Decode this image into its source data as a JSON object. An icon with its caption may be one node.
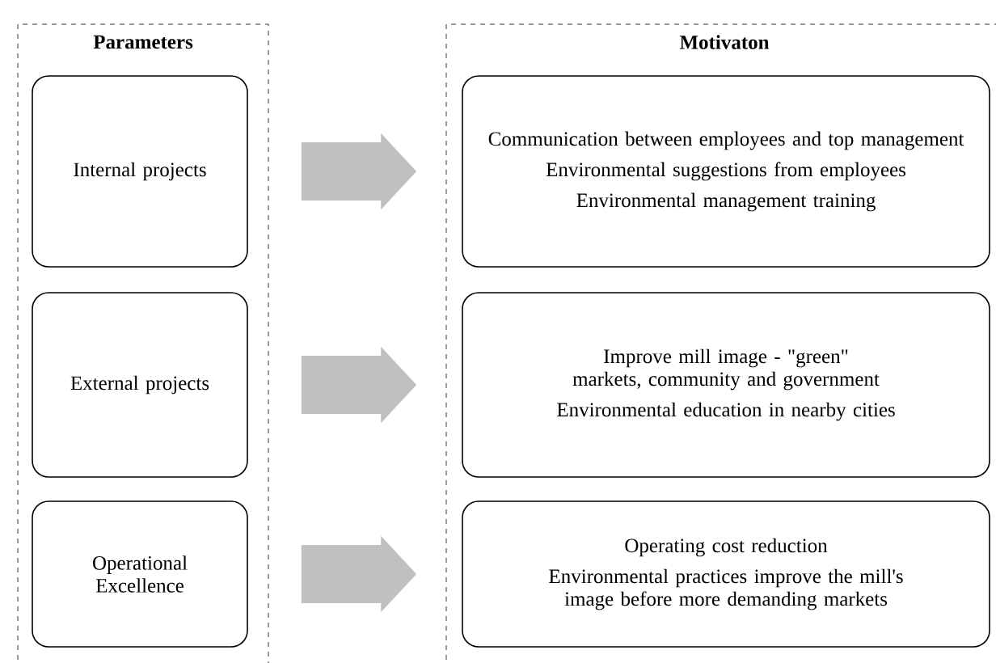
{
  "diagram": {
    "nodes": [
      {
        "text": [
          "Parameters"
        ]
      },
      {
        "text": [
          "Internal projects"
        ],
        "in": 0
      },
      {
        "text": [
          "External projects"
        ],
        "in": 0
      },
      {
        "text": [
          "Operational Excellence"
        ],
        "in": 0
      },
      {
        "text": [
          "Motivaton"
        ]
      },
      {
        "text": [
          "Communication between employees and top management",
          "Environmental suggestions from employees",
          "Environmental management training"
        ],
        "in": 4
      },
      {
        "text": [
          "Improve mill image - \"green\" markets, community and government",
          "Environmental education in nearby cities"
        ],
        "in": 4
      },
      {
        "text": [
          "Operating cost reduction",
          "Environmental practices improve the mill's image before more demanding markets"
        ],
        "in": 4
      }
    ],
    "edges": [
      {
        "from": 1,
        "to": 5,
        "arrow": "to"
      },
      {
        "from": 2,
        "to": 6,
        "arrow": "to"
      },
      {
        "from": 3,
        "to": 7,
        "arrow": "to"
      }
    ]
  }
}
